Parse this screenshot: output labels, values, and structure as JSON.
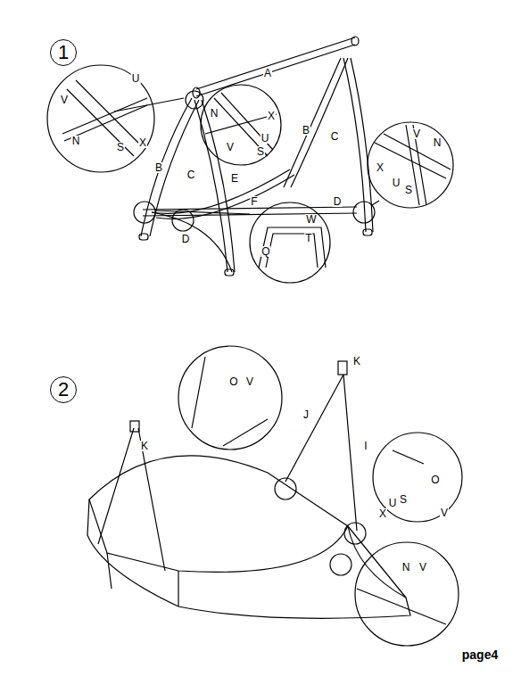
{
  "diagram": {
    "nodes": [
      {
        "text": [
          "1"
        ]
      },
      {
        "text": [
          "2"
        ]
      }
    ],
    "labels": [
      "U",
      "V",
      "N",
      "S",
      "X",
      "A",
      "B",
      "C",
      "E",
      "F",
      "D",
      "B",
      "C",
      "D",
      "N",
      "X",
      "V",
      "U",
      "S",
      "V",
      "N",
      "X",
      "U",
      "S",
      "W",
      "Q",
      "T",
      "K",
      "J",
      "I",
      "K",
      "O",
      "V",
      "O",
      "X",
      "U",
      "S",
      "V",
      "N",
      "V",
      "page4"
    ]
  }
}
